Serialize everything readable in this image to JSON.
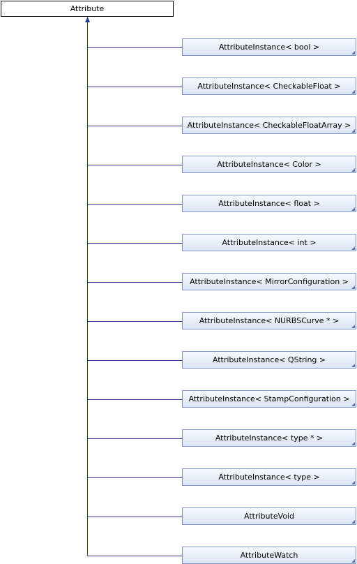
{
  "diagram": {
    "base_class": "Attribute",
    "derived_classes": [
      "AttributeInstance< bool >",
      "AttributeInstance< CheckableFloat >",
      "AttributeInstance< CheckableFloatArray >",
      "AttributeInstance< Color >",
      "AttributeInstance< float >",
      "AttributeInstance< int >",
      "AttributeInstance< MirrorConfiguration >",
      "AttributeInstance< NURBSCurve * >",
      "AttributeInstance< QString >",
      "AttributeInstance< StampConfiguration >",
      "AttributeInstance< type * >",
      "AttributeInstance< type >",
      "AttributeVoid",
      "AttributeWatch"
    ],
    "colors": {
      "line": "#1f3b8c",
      "node_border": "#8497c0",
      "node_fill": "#e8edf7"
    }
  }
}
